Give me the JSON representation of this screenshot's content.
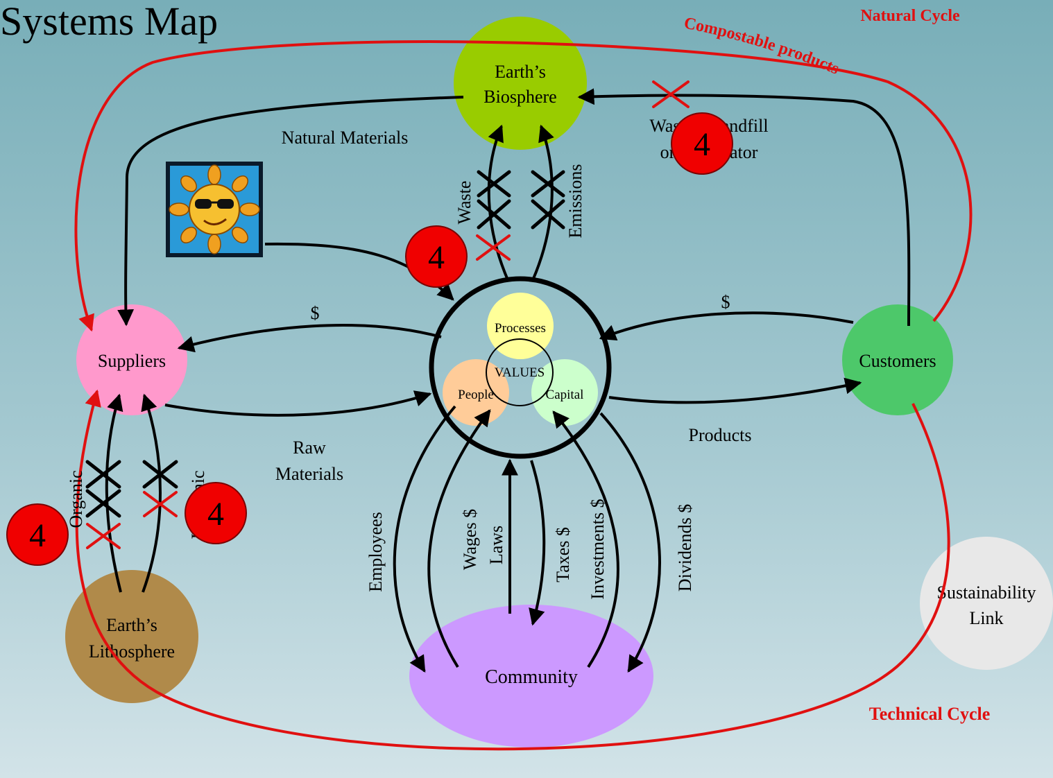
{
  "title": "Systems Map",
  "labels": {
    "natural_cycle": "Natural Cycle",
    "technical_cycle": "Technical Cycle",
    "compostable_products": "Compostable products"
  },
  "nodes": {
    "biosphere_line1": "Earth’s",
    "biosphere_line2": "Biosphere",
    "suppliers": "Suppliers",
    "customers": "Customers",
    "lithosphere_line1": "Earth’s",
    "lithosphere_line2": "Lithosphere",
    "community": "Community",
    "processes": "Processes",
    "people": "People",
    "capital": "Capital",
    "values": "VALUES",
    "sustainability_line1": "Sustainability",
    "sustainability_line2": "Link"
  },
  "flows": {
    "natural_materials": "Natural Materials",
    "waste_landfill_line1": "Waste to landfill",
    "waste_landfill_line2": "or incinerator",
    "waste": "Waste",
    "emissions": "Emissions",
    "dollar_left": "$",
    "dollar_right": "$",
    "raw_materials_line1": "Raw",
    "raw_materials_line2": "Materials",
    "products": "Products",
    "organic": "Organic",
    "inorganic": "Inorganic",
    "employees": "Employees",
    "wages": "Wages $",
    "laws": "Laws",
    "taxes": "Taxes $",
    "investments": "Investments $",
    "dividends": "Dividends $"
  },
  "badges": {
    "top_value": "4",
    "center_value": "4",
    "left_value": "4",
    "right_value": "4"
  },
  "colors": {
    "background_top": "#78aeb8",
    "biosphere": "#99cc00",
    "suppliers": "#ff99cc",
    "customers": "#4dc86a",
    "lithosphere": "#b08a4a",
    "community": "#cc99ff",
    "processes": "#ffff99",
    "people": "#ffcc99",
    "capital": "#ccffcc",
    "sustainability": "#e8e8e8",
    "cycle_red": "#e01010"
  },
  "icons": {
    "sun": "sun-with-sunglasses-icon",
    "cross": "x-mark-icon"
  }
}
